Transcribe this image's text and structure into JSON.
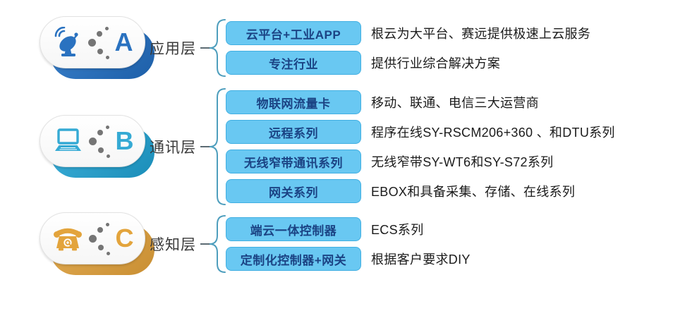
{
  "colors": {
    "box_fill": "#69c8f2",
    "box_border": "#41afe2",
    "box_text": "#1b4384",
    "description_text": "#1b1b1b",
    "label_text": "#3a3a3a",
    "brace": "#4e9ebd",
    "accent_a": "#2a72c0",
    "accent_b": "#35aad4",
    "accent_c": "#e3a43c"
  },
  "sections": [
    {
      "letter": "A",
      "label": "应用层",
      "icon": "satellite-dish-icon",
      "rows": [
        {
          "box": "云平台+工业APP",
          "desc": "根云为大平台、赛远提供极速上云服务"
        },
        {
          "box": "专注行业",
          "desc": "提供行业综合解决方案"
        }
      ]
    },
    {
      "letter": "B",
      "label": "通讯层",
      "icon": "laptop-icon",
      "rows": [
        {
          "box": "物联网流量卡",
          "desc": "移动、联通、电信三大运营商"
        },
        {
          "box": "远程系列",
          "desc": "程序在线SY-RSCM206+360 、和DTU系列"
        },
        {
          "box": "无线窄带通讯系列",
          "desc": "无线窄带SY-WT6和SY-S72系列"
        },
        {
          "box": "网关系列",
          "desc": "EBOX和具备采集、存储、在线系列"
        }
      ]
    },
    {
      "letter": "C",
      "label": "感知层",
      "icon": "telephone-icon",
      "rows": [
        {
          "box": "端云一体控制器",
          "desc": "ECS系列"
        },
        {
          "box": "定制化控制器+网关",
          "desc": "根据客户要求DIY"
        }
      ]
    }
  ]
}
